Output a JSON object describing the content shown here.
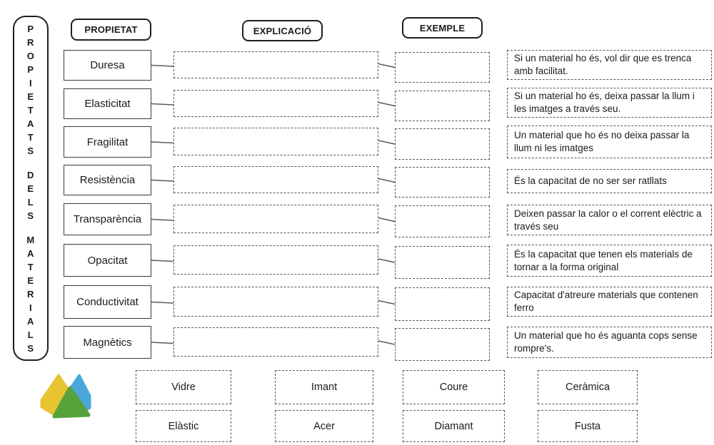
{
  "sidebar": {
    "vertical_title_words": [
      "PROPIETATS",
      "DELS",
      "MATERIALS"
    ]
  },
  "headers": {
    "property": "PROPIETAT",
    "explanation": "EXPLICACIÓ",
    "example": "EXEMPLE"
  },
  "rows": [
    {
      "property": "Duresa",
      "description": "Si un material ho és, vol dir que es trenca amb facilitat."
    },
    {
      "property": "Elasticitat",
      "description": "Si un material ho és, deixa passar la llum i les imatges a través seu."
    },
    {
      "property": "Fragilitat",
      "description": "Un material que ho és no deixa passar la llum ni les imatges"
    },
    {
      "property": "Resistència",
      "description": "És la capacitat de no ser ser ratllats"
    },
    {
      "property": "Transparència",
      "description": "Deixen passar la calor o el corrent elèctric a través seu"
    },
    {
      "property": "Opacitat",
      "description": "És la capacitat que tenen els materials de tornar a la forma original"
    },
    {
      "property": "Conductivitat",
      "description": "Capacitat d'atreure materials que contenen ferro"
    },
    {
      "property": "Magnètics",
      "description": "Un material que ho és aguanta cops sense rompre's."
    }
  ],
  "answer_tiles": [
    [
      "Vidre",
      "Imant",
      "Coure",
      "Ceràmica"
    ],
    [
      "Elàstic",
      "Acer",
      "Diamant",
      "Fusta"
    ]
  ],
  "logo": {
    "label": "liveworksheets-logo",
    "colors": {
      "yellow": "#e9c431",
      "blue": "#4aa8d8",
      "green": "#57a23b"
    }
  },
  "connector_color": "#5a5a5a"
}
